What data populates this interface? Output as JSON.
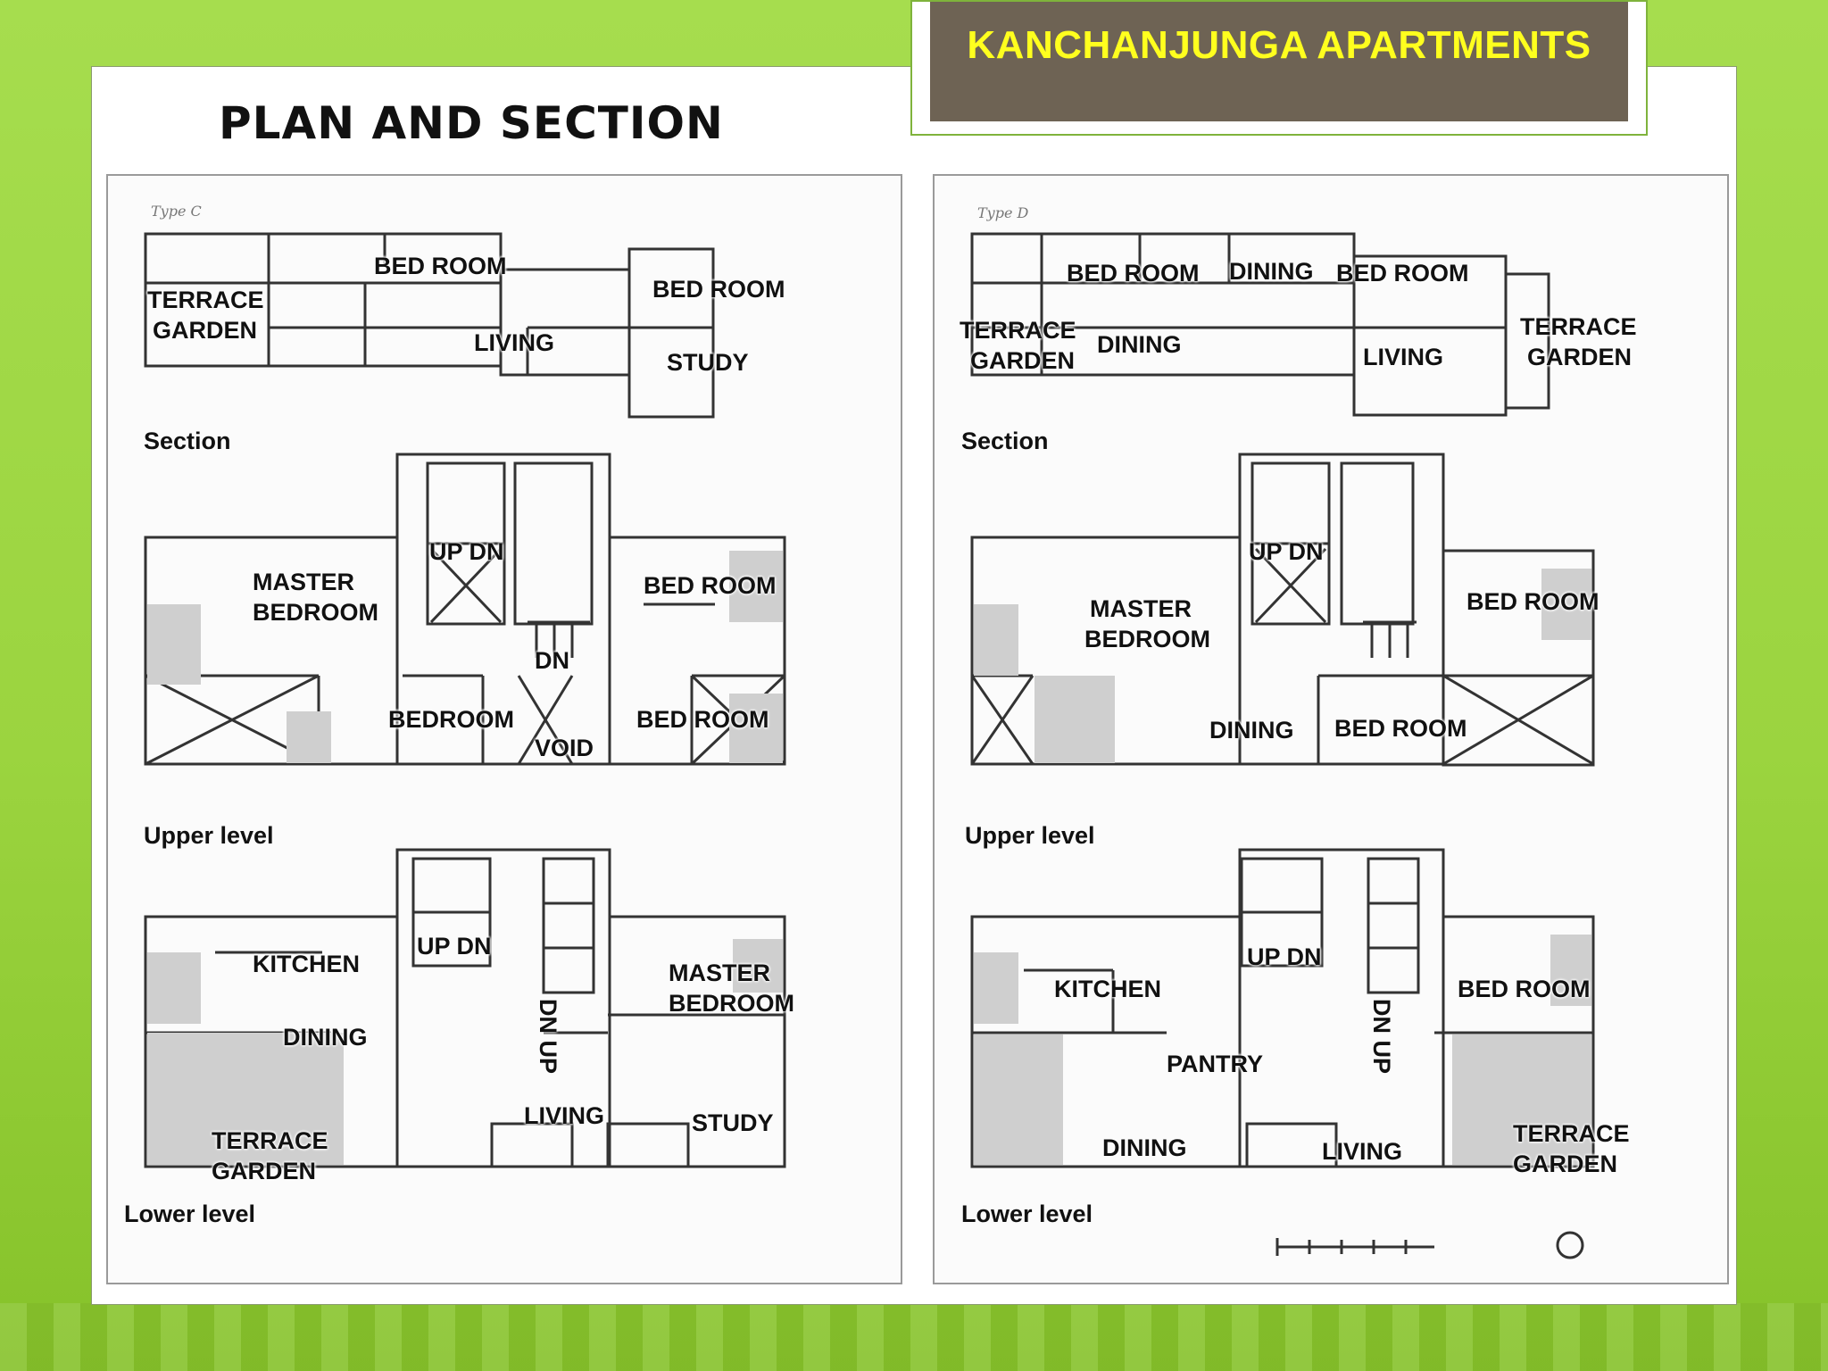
{
  "slide": {
    "title": "KANCHANJUNGA APARTMENTS",
    "heading": "PLAN AND SECTION"
  },
  "colors": {
    "background": "#9bd43f",
    "title_box": "#6e6354",
    "title_text": "#ffff1e"
  },
  "type_c": {
    "type_label": "Type C",
    "section": {
      "caption": "Section",
      "rooms": [
        "TERRACE",
        "GARDEN",
        "BED ROOM",
        "LIVING",
        "BED ROOM",
        "STUDY"
      ]
    },
    "upper": {
      "caption": "Upper level",
      "rooms": [
        "UP  DN",
        "MASTER",
        "BEDROOM",
        "BED ROOM",
        "DN",
        "BEDROOM",
        "VOID",
        "BED ROOM"
      ]
    },
    "lower": {
      "caption": "Lower level",
      "rooms": [
        "UP  DN",
        "KITCHEN",
        "MASTER",
        "BEDROOM",
        "DINING",
        "DN  UP",
        "TERRACE",
        "GARDEN",
        "LIVING",
        "STUDY"
      ]
    }
  },
  "type_d": {
    "type_label": "Type D",
    "section": {
      "caption": "Section",
      "rooms": [
        "BED ROOM",
        "DINING",
        "BED ROOM",
        "TERRACE",
        "GARDEN",
        "DINING",
        "LIVING",
        "TERRACE",
        "GARDEN"
      ]
    },
    "upper": {
      "caption": "Upper level",
      "rooms": [
        "UP  DN",
        "MASTER",
        "BEDROOM",
        "BED ROOM",
        "DINING",
        "BED ROOM"
      ]
    },
    "lower": {
      "caption": "Lower level",
      "rooms": [
        "UP  DN",
        "KITCHEN",
        "BED ROOM",
        "DN  UP",
        "PANTRY",
        "TERRACE",
        "GARDEN",
        "DINING",
        "LIVING"
      ]
    }
  }
}
